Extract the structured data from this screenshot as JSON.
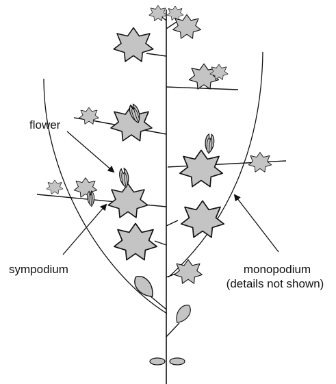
{
  "labels": {
    "flower": "flower",
    "sympodium": "sympodium",
    "monopodium_line1": "monopodium",
    "monopodium_line2": "(details not shown)"
  },
  "colors": {
    "leaf_fill": "#c4c4c4",
    "stroke": "#111111",
    "background": "#ffffff"
  }
}
